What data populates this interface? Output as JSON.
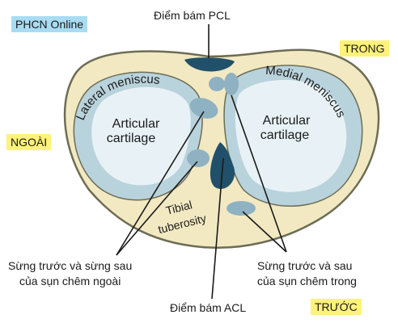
{
  "brand": {
    "label": "PHCN Online",
    "bg": "#a9dcf3"
  },
  "highlight": "#fff27a",
  "colors": {
    "rim": "#f2e9c2",
    "rim_stroke": "#6d6d55",
    "cartilage": "#e8f2f6",
    "meniscus_shade": "#b9d3dc",
    "attachment_dark": "#21506a",
    "horn": "#8fb2c2"
  },
  "directions": {
    "inner": "TRONG",
    "outer": "NGOÀI",
    "front": "TRƯỚC"
  },
  "labels": {
    "pcl": "Điểm bám PCL",
    "acl": "Điểm bám ACL",
    "lateral_meniscus": "Lateral meniscus",
    "medial_meniscus": "Medial meniscus",
    "articular_left_1": "Articular",
    "articular_left_2": "cartilage",
    "articular_right_1": "Articular",
    "articular_right_2": "cartilage",
    "tibial_1": "Tibial",
    "tibial_2": "tuberosity",
    "lateral_horns_1": "Sừng trước và sừng sau",
    "lateral_horns_2": "của sụn chêm ngoài",
    "medial_horns_1": "Sừng trước và sau",
    "medial_horns_2": "của sụn chêm trong"
  }
}
